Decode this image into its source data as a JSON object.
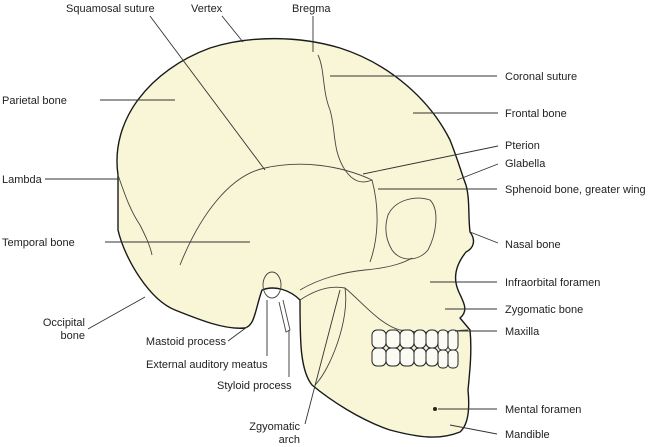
{
  "labels": {
    "squamosal_suture": "Squamosal suture",
    "vertex": "Vertex",
    "bregma": "Bregma",
    "coronal_suture": "Coronal suture",
    "frontal_bone": "Frontal bone",
    "pterion": "Pterion",
    "glabella": "Glabella",
    "sphenoid": "Sphenoid bone, greater wing",
    "nasal_bone": "Nasal bone",
    "infraorbital_foramen": "Infraorbital foramen",
    "zygomatic_bone": "Zygomatic bone",
    "maxilla": "Maxilla",
    "mental_foramen": "Mental foramen",
    "mandible": "Mandible",
    "parietal_bone": "Parietal bone",
    "lambda": "Lambda",
    "temporal_bone": "Temporal bone",
    "occipital_1": "Occipital",
    "occipital_2": "bone",
    "mastoid_process": "Mastoid process",
    "external_auditory_meatus": "External auditory meatus",
    "styloid_process": "Styloid process",
    "zygomatic_arch_1": "Zgyomatic",
    "zygomatic_arch_2": "arch"
  },
  "colors": {
    "bone": "#f8f6d6"
  }
}
